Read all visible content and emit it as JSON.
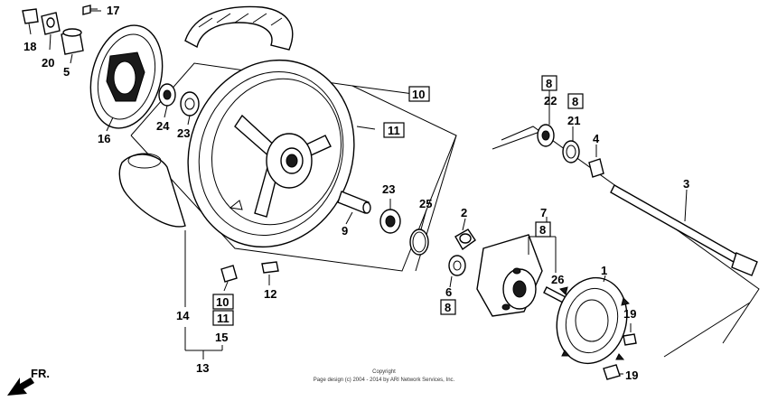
{
  "callouts": {
    "c1": "1",
    "c2": "2",
    "c3": "3",
    "c4": "4",
    "c5": "5",
    "c6": "6",
    "c7": "7",
    "c8a": "8",
    "c8b": "8",
    "c8c": "8",
    "c8d": "8",
    "c9": "9",
    "c10a": "10",
    "c10b": "10",
    "c11a": "11",
    "c11b": "11",
    "c12": "12",
    "c13": "13",
    "c14": "14",
    "c15": "15",
    "c16": "16",
    "c17": "17",
    "c18": "18",
    "c19a": "19",
    "c19b": "19",
    "c20": "20",
    "c21": "21",
    "c22": "22",
    "c23a": "23",
    "c23b": "23",
    "c24": "24",
    "c25": "25",
    "c26": "26"
  },
  "direction_label": "FR.",
  "copyright": {
    "line1": "Copyright",
    "line2": "Page design (c) 2004 - 2014 by ARI Network Services, Inc."
  }
}
